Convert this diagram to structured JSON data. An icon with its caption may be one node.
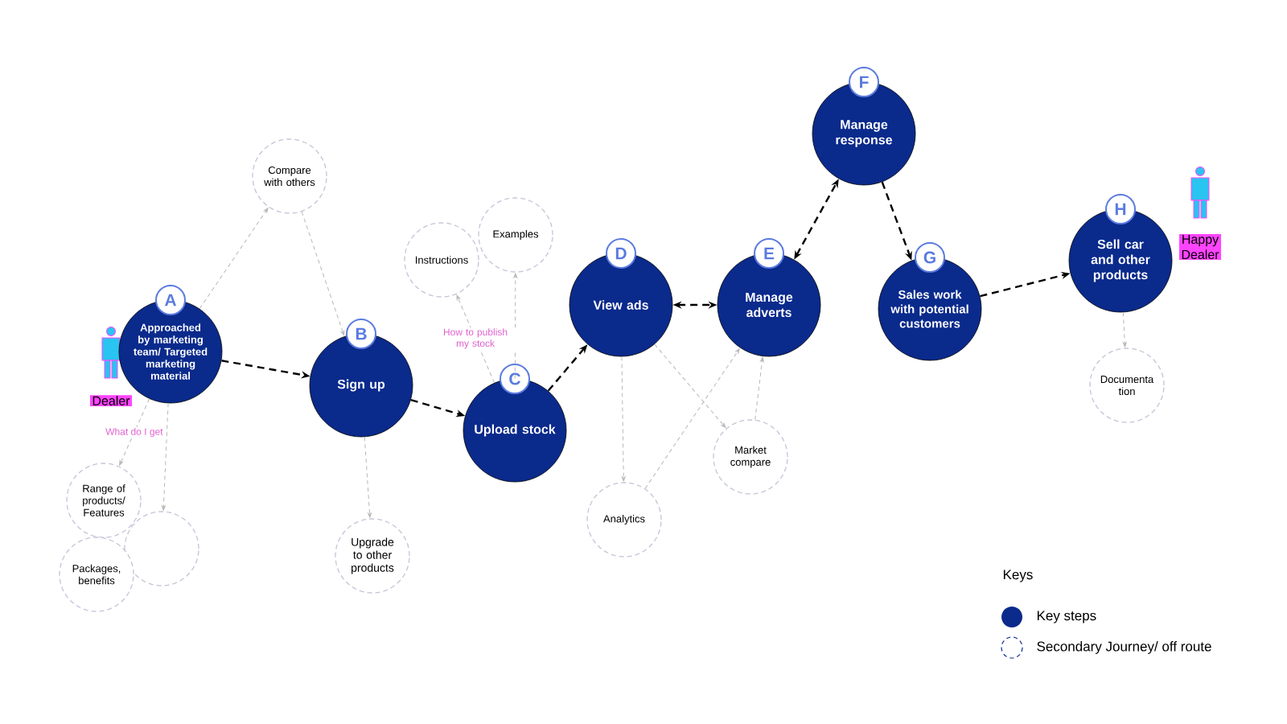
{
  "diagram": {
    "nodes": [
      {
        "text": [
          "Dealer"
        ]
      },
      {
        "text": [
          "A",
          "Approached by marketing team/ Targeted marketing material"
        ]
      },
      {
        "text": [
          "Compare with others"
        ]
      },
      {
        "text": [
          "B",
          "Sign up"
        ]
      },
      {
        "text": [
          "Range of products/ Features"
        ]
      },
      {
        "text": [],
        "shape": "circle"
      },
      {
        "text": [
          "Packages, benefits"
        ]
      },
      {
        "text": [
          "Upgrade to other products"
        ]
      },
      {
        "text": [
          "C",
          "Upload stock"
        ]
      },
      {
        "text": [
          "Instructions"
        ]
      },
      {
        "text": [
          "Examples"
        ]
      },
      {
        "text": [
          "D",
          "View ads"
        ]
      },
      {
        "text": [
          "E",
          "Manage adverts"
        ]
      },
      {
        "text": [
          "Analytics"
        ]
      },
      {
        "text": [
          "Market compare"
        ]
      },
      {
        "text": [
          "F",
          "Manage response"
        ]
      },
      {
        "text": [
          "G",
          "Sales work with potential customers"
        ]
      },
      {
        "text": [
          "H",
          "Sell car and other products"
        ]
      },
      {
        "text": [
          "Documenta tion"
        ]
      },
      {
        "text": [
          "Happy Dealer"
        ]
      }
    ],
    "edges": [
      {
        "from": 1,
        "to": 3,
        "arrow": "to",
        "style": "dashed",
        "color": "#000000"
      },
      {
        "from": 3,
        "to": 8,
        "arrow": "to",
        "style": "dashed",
        "color": "#000000"
      },
      {
        "from": 8,
        "to": 11,
        "arrow": "to",
        "style": "dashed",
        "color": "#000000"
      },
      {
        "from": 11,
        "to": 12,
        "arrow": "both",
        "style": "dashed",
        "color": "#000000"
      },
      {
        "from": 12,
        "to": 15,
        "arrow": "both",
        "style": "dashed",
        "color": "#000000"
      },
      {
        "from": 15,
        "to": 16,
        "arrow": "to",
        "style": "dashed",
        "color": "#000000"
      },
      {
        "from": 16,
        "to": 17,
        "arrow": "to",
        "style": "dashed",
        "color": "#000000"
      },
      {
        "from": 1,
        "to": 2,
        "arrow": "to"
      },
      {
        "from": 2,
        "to": 3,
        "arrow": "to"
      },
      {
        "from": 1,
        "to": 4,
        "arrow": "to",
        "label": "What do I get"
      },
      {
        "from": 1,
        "to": 5,
        "arrow": "to"
      },
      {
        "from": 3,
        "to": 7,
        "arrow": "to"
      },
      {
        "from": 8,
        "to": 9,
        "arrow": "to",
        "label": "How to publish my stock"
      },
      {
        "from": 8,
        "to": 10,
        "arrow": "to"
      },
      {
        "from": 11,
        "to": 13,
        "arrow": "to"
      },
      {
        "from": 11,
        "to": 14,
        "arrow": "to"
      },
      {
        "from": 13,
        "to": 12,
        "arrow": "to"
      },
      {
        "from": 14,
        "to": 12,
        "arrow": "to"
      },
      {
        "from": 17,
        "to": 18,
        "arrow": "to"
      }
    ],
    "labels": [
      "Keys"
    ],
    "legend": [
      {
        "text": "Key steps",
        "color": "#0a2a8c"
      },
      {
        "text": "Secondary Journey/ off route"
      }
    ]
  }
}
